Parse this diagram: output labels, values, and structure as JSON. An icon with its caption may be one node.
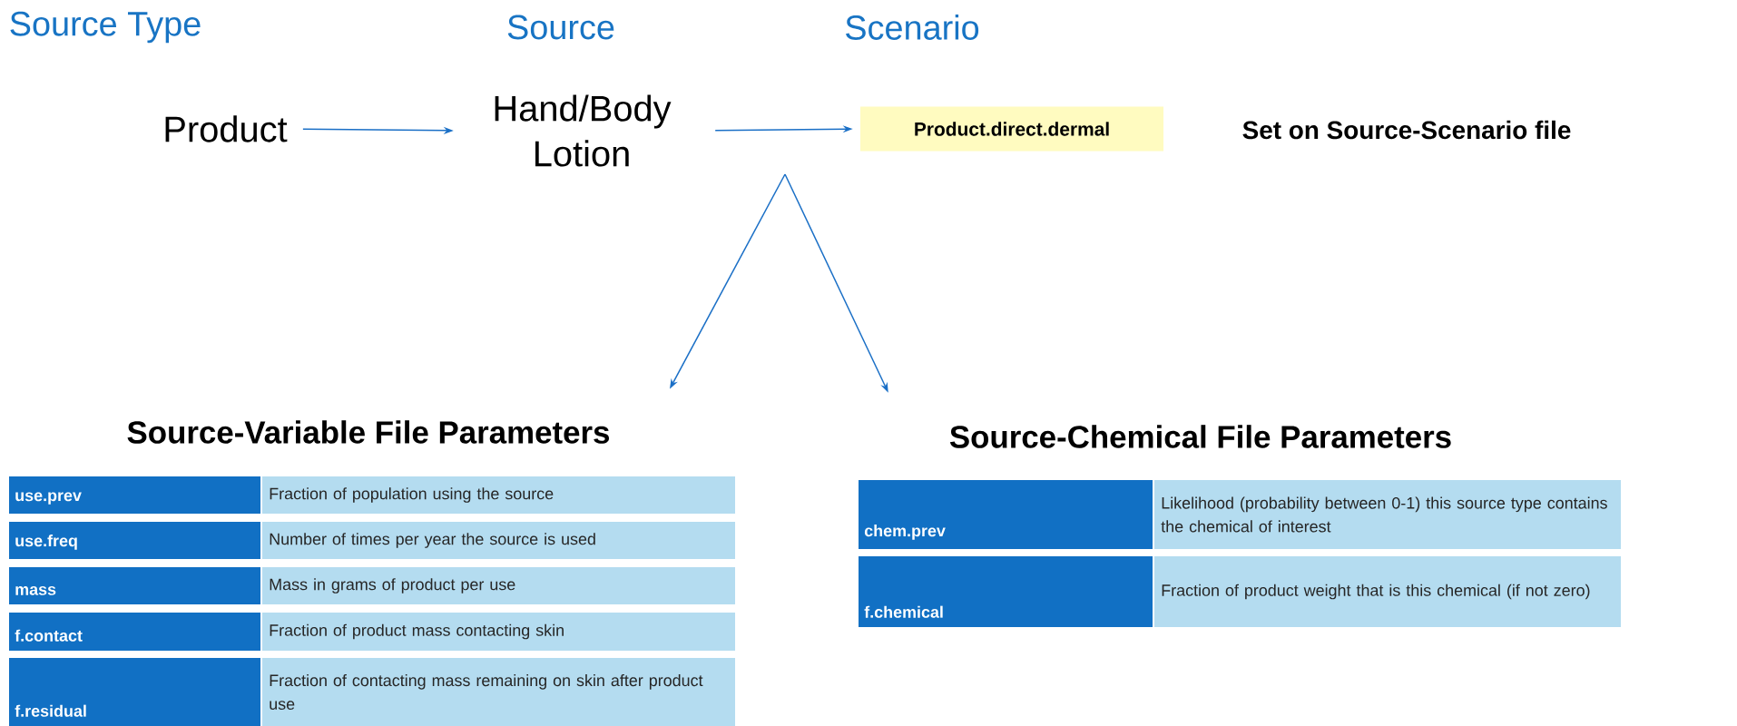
{
  "diagram": {
    "nodes": [
      {
        "text": [
          "Product"
        ]
      },
      {
        "text": [
          "Hand/Body Lotion"
        ]
      },
      {
        "text": [
          "Product.direct.dermal"
        ]
      },
      {
        "text": [
          "Source-Variable File Parameters"
        ]
      },
      {
        "text": [
          "Source-Chemical File Parameters"
        ]
      }
    ],
    "edges": [
      {
        "from": 0,
        "to": 1,
        "arrow": "to"
      },
      {
        "from": 1,
        "to": 2,
        "arrow": "to"
      },
      {
        "from": null,
        "to": 3,
        "arrow": "to"
      },
      {
        "from": null,
        "to": 4,
        "arrow": "to"
      }
    ],
    "labels": [
      "Source Type",
      "Source",
      "Scenario",
      "Set on Source-Scenario file",
      "use.prev",
      "Fraction of population using the source",
      "use.freq",
      "Number of times per year the source is used",
      "mass",
      "Mass in grams of product per use",
      "f.contact",
      "Fraction of product mass contacting skin",
      "f.residual",
      "Fraction of contacting mass remaining on skin after product use",
      "chem.prev",
      "Likelihood (probability between 0-1) this source type contains the chemical of interest",
      "f.chemical",
      "Fraction of product weight that is this chemical (if not zero)"
    ]
  }
}
